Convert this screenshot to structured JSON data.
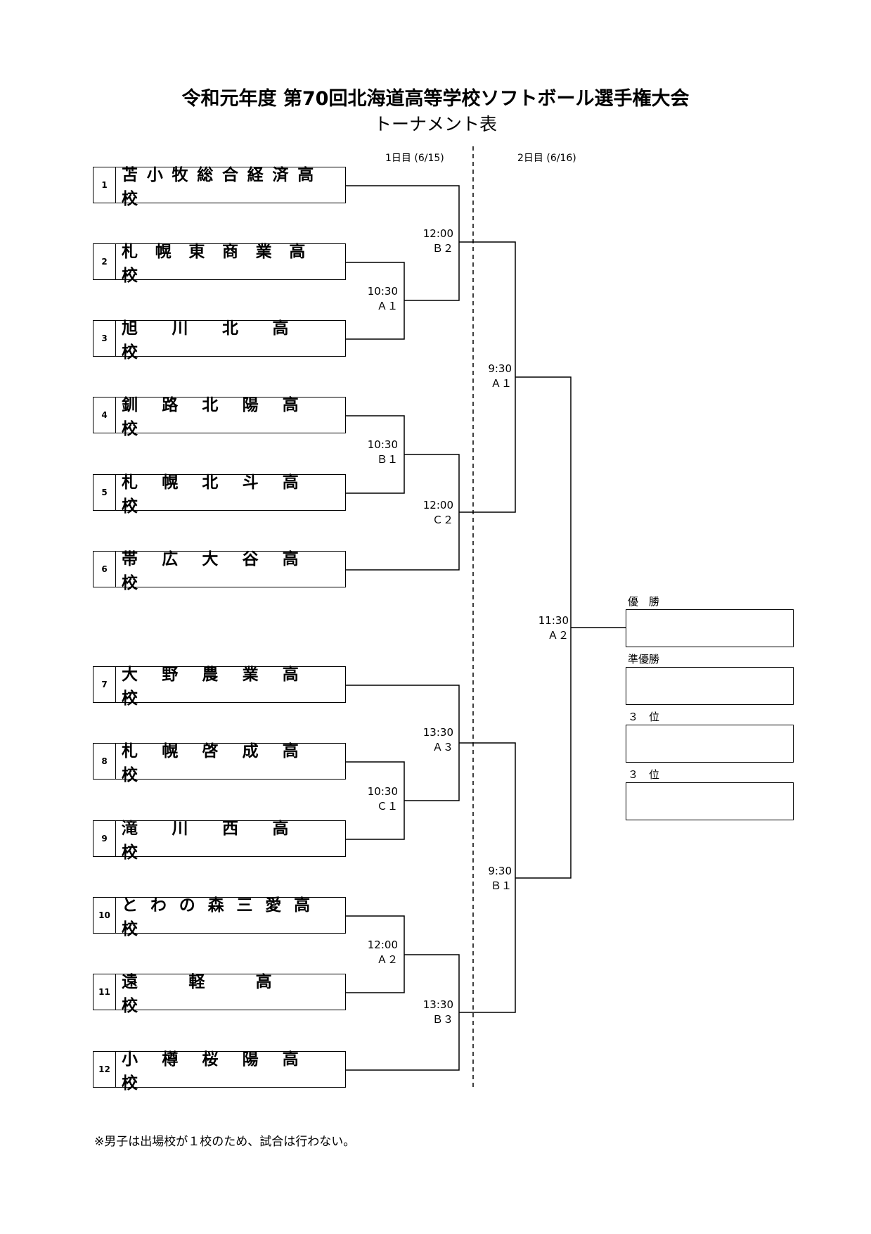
{
  "header": {
    "title": "令和元年度 第70回北海道高等学校ソフトボール選手権大会",
    "subtitle": "トーナメント表"
  },
  "days": {
    "day1": "1日目 (6/15)",
    "day2": "2日目 (6/16)"
  },
  "teams": [
    {
      "num": "1",
      "name": "苫小牧総合経済高校"
    },
    {
      "num": "2",
      "name": "札幌東商業高校"
    },
    {
      "num": "3",
      "name": "旭川北高校"
    },
    {
      "num": "4",
      "name": "釧路北陽高校"
    },
    {
      "num": "5",
      "name": "札幌北斗高校"
    },
    {
      "num": "6",
      "name": "帯広大谷高校"
    },
    {
      "num": "7",
      "name": "大野農業高校"
    },
    {
      "num": "8",
      "name": "札幌啓成高校"
    },
    {
      "num": "9",
      "name": "滝川西高校"
    },
    {
      "num": "10",
      "name": "とわの森三愛高校"
    },
    {
      "num": "11",
      "name": "遠軽高校"
    },
    {
      "num": "12",
      "name": "小樽桜陽高校"
    }
  ],
  "matches": {
    "m_2_3": {
      "time": "10:30",
      "court": "Ａ１"
    },
    "m_1_w": {
      "time": "12:00",
      "court": "Ｂ２"
    },
    "m_4_5": {
      "time": "10:30",
      "court": "Ｂ１"
    },
    "m_w_6": {
      "time": "12:00",
      "court": "Ｃ２"
    },
    "m_8_9": {
      "time": "10:30",
      "court": "Ｃ１"
    },
    "m_7_w": {
      "time": "13:30",
      "court": "Ａ３"
    },
    "m_10_11": {
      "time": "12:00",
      "court": "Ａ２"
    },
    "m_w_12": {
      "time": "13:30",
      "court": "Ｂ３"
    },
    "semi_top": {
      "time": "9:30",
      "court": "Ａ１"
    },
    "semi_bottom": {
      "time": "9:30",
      "court": "Ｂ１"
    },
    "final": {
      "time": "11:30",
      "court": "Ａ２"
    }
  },
  "ranking": {
    "champion": "優　勝",
    "runner_up": "準優勝",
    "third_a": "３　位",
    "third_b": "３　位"
  },
  "footnote": "※男子は出場校が１校のため、試合は行わない。"
}
